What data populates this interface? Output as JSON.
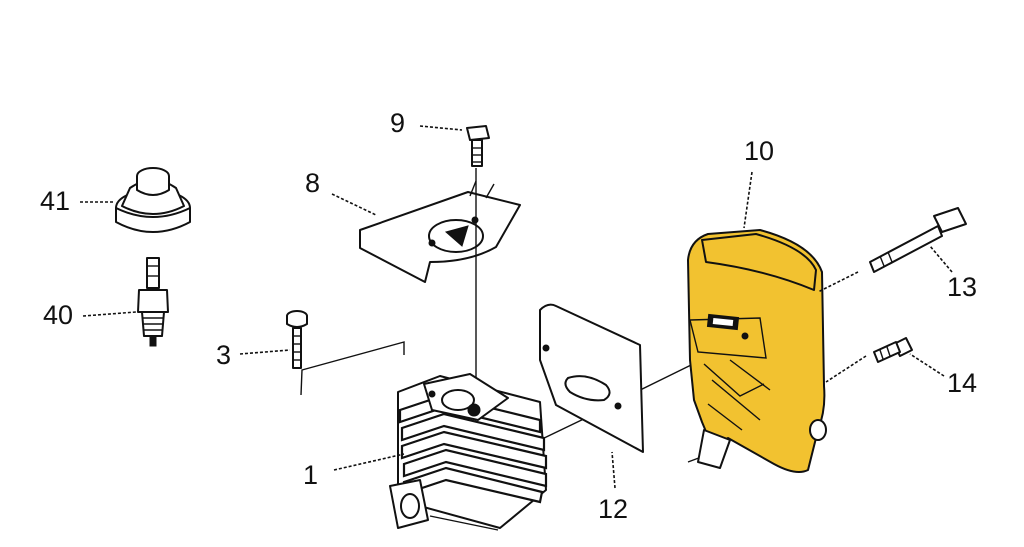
{
  "diagram": {
    "type": "exploded-parts-view",
    "highlight_color": "#F2C230",
    "highlighted_part": "10",
    "callouts": [
      {
        "id": "c41",
        "label": "41"
      },
      {
        "id": "c40",
        "label": "40"
      },
      {
        "id": "c9",
        "label": "9"
      },
      {
        "id": "c8",
        "label": "8"
      },
      {
        "id": "c3",
        "label": "3"
      },
      {
        "id": "c1",
        "label": "1"
      },
      {
        "id": "c12",
        "label": "12"
      },
      {
        "id": "c10",
        "label": "10"
      },
      {
        "id": "c13",
        "label": "13"
      },
      {
        "id": "c14",
        "label": "14"
      }
    ]
  }
}
